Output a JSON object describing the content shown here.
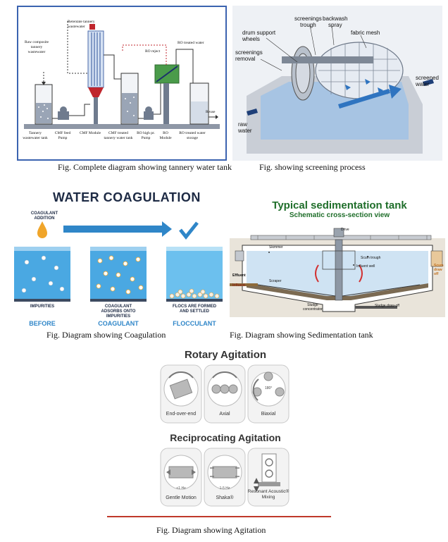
{
  "figures": {
    "tannery": {
      "caption": "Fig. Complete diagram showing tannery water tank",
      "labels": {
        "raw": [
          "Raw composite",
          "tannery",
          "wastewater"
        ],
        "retentate": [
          "Retentate tannery",
          "wastewater"
        ],
        "ro_reject": "RO reject",
        "ro_treated": "RO treated water",
        "reuse": "Reuse",
        "bottom": [
          [
            "Tannery",
            "wastewater tank"
          ],
          [
            "CMF feed",
            "Pump"
          ],
          [
            "CMF Module"
          ],
          [
            "CMF treated",
            "tannery water tank"
          ],
          [
            "RO high pr.",
            "Pump"
          ],
          [
            "RO",
            "Module"
          ],
          [
            "RO treated water",
            "storage"
          ]
        ]
      }
    },
    "screening": {
      "caption": "Fig. showing screening process",
      "labels": {
        "screenings_trough": [
          "screenings",
          "trough"
        ],
        "backwash": [
          "backwash",
          "spray"
        ],
        "fabric_mesh": "fabric mesh",
        "drum_support": [
          "drum support",
          "wheels"
        ],
        "screenings_removal": [
          "screenings",
          "removal"
        ],
        "screened_water": [
          "screened",
          "water"
        ],
        "raw_water": [
          "raw",
          "water"
        ]
      }
    },
    "coagulation": {
      "caption": "Fig. Diagram showing Coagulation",
      "title": "WATER COAGULATION",
      "coagulant_addition": [
        "COAGULANT",
        "ADDITION"
      ],
      "panels": [
        {
          "desc": [
            "IMPURITIES"
          ],
          "stage": "BEFORE"
        },
        {
          "desc": [
            "COAGULANT",
            "ADSORBS ONTO IMPURITIES"
          ],
          "stage": "COAGULANT"
        },
        {
          "desc": [
            "FLOCS ARE FORMED",
            "AND SETTLED"
          ],
          "stage": "FLOCCULANT"
        }
      ]
    },
    "sedimentation": {
      "caption": "Fig. Diagram showing Sedimentation tank",
      "title": "Typical sedimentation tank",
      "subtitle": "Schematic cross-section view",
      "labels": {
        "drive": "Drive",
        "skimmer": "Skimmer",
        "scum_trough": "Scum trough",
        "influent_well": "Influent well",
        "effluent": "Effluent",
        "influent": "Influent",
        "scraper": "Scraper",
        "sludge_concentrator": [
          "Sludge",
          "concentrator"
        ],
        "sludge_drawoff": "Sludge draw-off",
        "scum_drawoff": [
          "Scum",
          "draw",
          "off"
        ]
      }
    },
    "agitation": {
      "caption": "Fig. Diagram showing Agitation",
      "rotary_title": "Rotary Agitation",
      "reciprocating_title": "Reciprocating Agitation",
      "rotary_items": [
        "End-over-end",
        "Axial",
        "Biaxial"
      ],
      "reciprocating_items": [
        "Gentle Motion",
        "Shaka®",
        "Resonant Acoustic® Mixing"
      ],
      "freq": [
        "<1 Hz",
        "1-5 Hz"
      ],
      "angle": "180°"
    }
  }
}
